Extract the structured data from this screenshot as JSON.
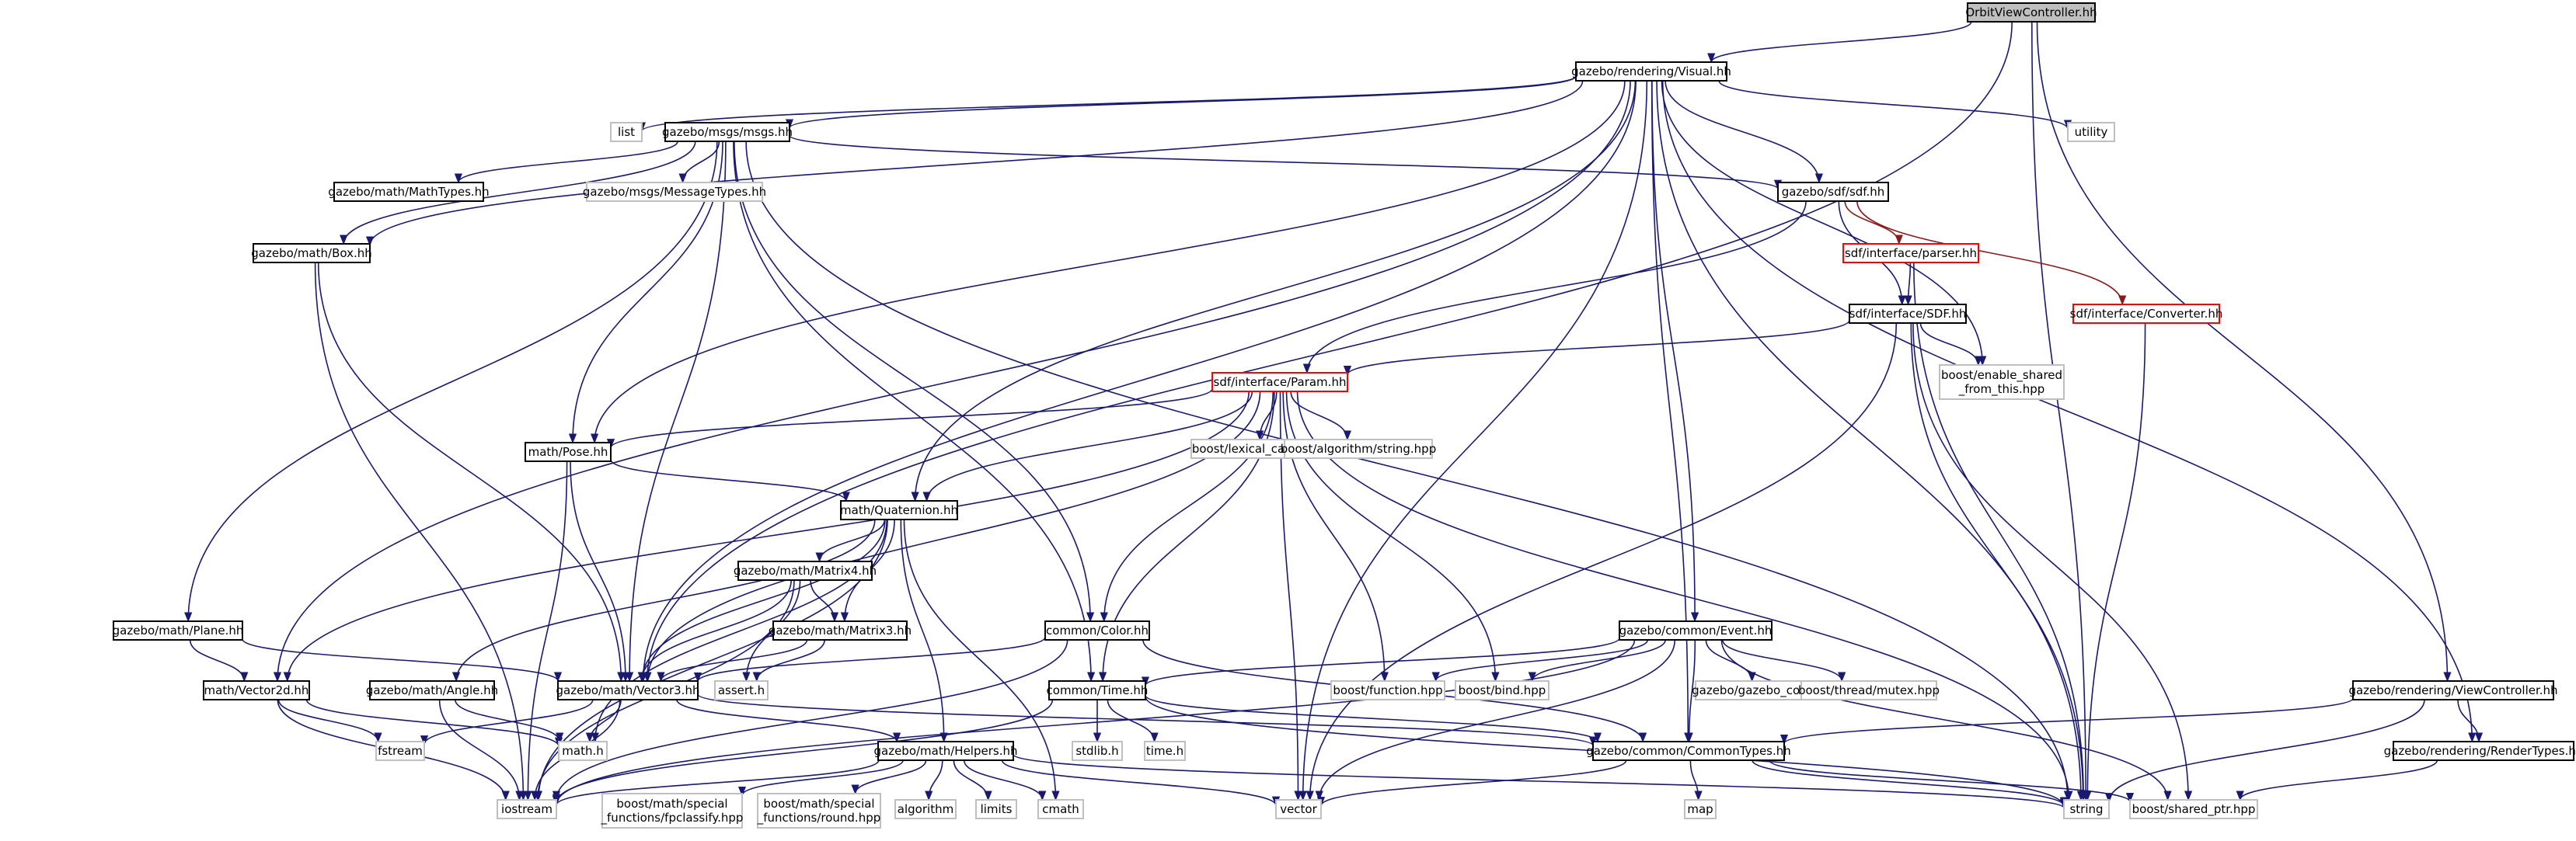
{
  "graph": {
    "title": "OrbitViewController.hh",
    "colors": {
      "root_fill": "#bfbfbf",
      "root_border": "#000000",
      "node_border": "#000000",
      "truncated_border": "#ff0000",
      "external_border": "#bfbfbf",
      "node_fill": "#ffffff",
      "edge_color": "#191970",
      "edge_color_red": "#8b1a1a",
      "text": "#000000"
    },
    "nodes": [
      {
        "id": "root",
        "label": "OrbitViewController.hh",
        "kind": "root"
      },
      {
        "id": "visual",
        "label": "gazebo/rendering/Visual.hh",
        "kind": "internal"
      },
      {
        "id": "list",
        "label": "list",
        "kind": "external"
      },
      {
        "id": "msgs",
        "label": "gazebo/msgs/msgs.hh",
        "kind": "internal"
      },
      {
        "id": "utility",
        "label": "utility",
        "kind": "external"
      },
      {
        "id": "mathtypes",
        "label": "gazebo/math/MathTypes.hh",
        "kind": "internal"
      },
      {
        "id": "msgtypes",
        "label": "gazebo/msgs/MessageTypes.hh",
        "kind": "external"
      },
      {
        "id": "sdfhh",
        "label": "gazebo/sdf/sdf.hh",
        "kind": "internal"
      },
      {
        "id": "box",
        "label": "gazebo/math/Box.hh",
        "kind": "internal"
      },
      {
        "id": "parser",
        "label": "sdf/interface/parser.hh",
        "kind": "truncated"
      },
      {
        "id": "sdfint",
        "label": "sdf/interface/SDF.hh",
        "kind": "internal"
      },
      {
        "id": "converter",
        "label": "sdf/interface/Converter.hh",
        "kind": "truncated"
      },
      {
        "id": "enableshared",
        "label": [
          "boost/enable_shared",
          "_from_this.hpp"
        ],
        "kind": "external"
      },
      {
        "id": "param",
        "label": "sdf/interface/Param.hh",
        "kind": "truncated"
      },
      {
        "id": "pose",
        "label": "math/Pose.hh",
        "kind": "internal"
      },
      {
        "id": "lexical",
        "label": "boost/lexical_cast.hpp",
        "kind": "external"
      },
      {
        "id": "algostr",
        "label": "boost/algorithm/string.hpp",
        "kind": "external"
      },
      {
        "id": "quat",
        "label": "math/Quaternion.hh",
        "kind": "internal"
      },
      {
        "id": "matrix4",
        "label": "gazebo/math/Matrix4.hh",
        "kind": "internal"
      },
      {
        "id": "plane",
        "label": "gazebo/math/Plane.hh",
        "kind": "internal"
      },
      {
        "id": "matrix3",
        "label": "gazebo/math/Matrix3.hh",
        "kind": "internal"
      },
      {
        "id": "color",
        "label": "common/Color.hh",
        "kind": "internal"
      },
      {
        "id": "event",
        "label": "gazebo/common/Event.hh",
        "kind": "internal"
      },
      {
        "id": "angle",
        "label": "gazebo/math/Angle.hh",
        "kind": "internal"
      },
      {
        "id": "vector2d",
        "label": "math/Vector2d.hh",
        "kind": "internal"
      },
      {
        "id": "vector3",
        "label": "gazebo/math/Vector3.hh",
        "kind": "internal"
      },
      {
        "id": "assert",
        "label": "assert.h",
        "kind": "external"
      },
      {
        "id": "time",
        "label": "common/Time.hh",
        "kind": "internal"
      },
      {
        "id": "function",
        "label": "boost/function.hpp",
        "kind": "external"
      },
      {
        "id": "bind",
        "label": "boost/bind.hpp",
        "kind": "external"
      },
      {
        "id": "gzconfig",
        "label": "gazebo/gazebo_config.h",
        "kind": "external"
      },
      {
        "id": "mutex",
        "label": "boost/thread/mutex.hpp",
        "kind": "external"
      },
      {
        "id": "viewctrl",
        "label": "gazebo/rendering/ViewController.hh",
        "kind": "internal"
      },
      {
        "id": "fstream",
        "label": "fstream",
        "kind": "external"
      },
      {
        "id": "mathh",
        "label": "math.h",
        "kind": "external"
      },
      {
        "id": "helpers",
        "label": "gazebo/math/Helpers.hh",
        "kind": "internal"
      },
      {
        "id": "stdlib",
        "label": "stdlib.h",
        "kind": "external"
      },
      {
        "id": "timeh",
        "label": "time.h",
        "kind": "external"
      },
      {
        "id": "commontypes",
        "label": "gazebo/common/CommonTypes.hh",
        "kind": "internal"
      },
      {
        "id": "rendertypes",
        "label": "gazebo/rendering/RenderTypes.hh",
        "kind": "internal"
      },
      {
        "id": "iostream",
        "label": "iostream",
        "kind": "external"
      },
      {
        "id": "fpclassify",
        "label": [
          "boost/math/special",
          "_functions/fpclassify.hpp"
        ],
        "kind": "external"
      },
      {
        "id": "round",
        "label": [
          "boost/math/special",
          "_functions/round.hpp"
        ],
        "kind": "external"
      },
      {
        "id": "algorithm",
        "label": "algorithm",
        "kind": "external"
      },
      {
        "id": "limits",
        "label": "limits",
        "kind": "external"
      },
      {
        "id": "cmath",
        "label": "cmath",
        "kind": "external"
      },
      {
        "id": "vector",
        "label": "vector",
        "kind": "external"
      },
      {
        "id": "map",
        "label": "map",
        "kind": "external"
      },
      {
        "id": "string",
        "label": "string",
        "kind": "external"
      },
      {
        "id": "sharedptr",
        "label": "boost/shared_ptr.hpp",
        "kind": "external"
      }
    ],
    "edges": [
      {
        "from": "root",
        "to": "visual"
      },
      {
        "from": "root",
        "to": "vector3"
      },
      {
        "from": "root",
        "to": "viewctrl"
      },
      {
        "from": "root",
        "to": "string"
      },
      {
        "from": "visual",
        "to": "list"
      },
      {
        "from": "visual",
        "to": "msgs"
      },
      {
        "from": "visual",
        "to": "utility"
      },
      {
        "from": "visual",
        "to": "sdfhh"
      },
      {
        "from": "visual",
        "to": "box"
      },
      {
        "from": "visual",
        "to": "enableshared"
      },
      {
        "from": "visual",
        "to": "pose"
      },
      {
        "from": "visual",
        "to": "quat"
      },
      {
        "from": "visual",
        "to": "vector2d"
      },
      {
        "from": "visual",
        "to": "vector3"
      },
      {
        "from": "visual",
        "to": "event"
      },
      {
        "from": "visual",
        "to": "commontypes"
      },
      {
        "from": "visual",
        "to": "rendertypes"
      },
      {
        "from": "visual",
        "to": "string"
      },
      {
        "from": "visual",
        "to": "vector"
      },
      {
        "from": "msgs",
        "to": "mathtypes"
      },
      {
        "from": "msgs",
        "to": "msgtypes"
      },
      {
        "from": "msgs",
        "to": "sdfhh"
      },
      {
        "from": "msgs",
        "to": "box"
      },
      {
        "from": "msgs",
        "to": "plane"
      },
      {
        "from": "msgs",
        "to": "pose"
      },
      {
        "from": "msgs",
        "to": "vector3"
      },
      {
        "from": "msgs",
        "to": "color"
      },
      {
        "from": "msgs",
        "to": "time"
      },
      {
        "from": "msgs",
        "to": "string"
      },
      {
        "from": "sdfhh",
        "to": "parser",
        "color": "red"
      },
      {
        "from": "sdfhh",
        "to": "sdfint"
      },
      {
        "from": "sdfhh",
        "to": "converter",
        "color": "red"
      },
      {
        "from": "sdfhh",
        "to": "param"
      },
      {
        "from": "parser",
        "to": "sdfint"
      },
      {
        "from": "parser",
        "to": "string"
      },
      {
        "from": "converter",
        "to": "string"
      },
      {
        "from": "sdfint",
        "to": "param"
      },
      {
        "from": "sdfint",
        "to": "enableshared"
      },
      {
        "from": "sdfint",
        "to": "vector"
      },
      {
        "from": "sdfint",
        "to": "string"
      },
      {
        "from": "sdfint",
        "to": "sharedptr"
      },
      {
        "from": "box",
        "to": "vector3"
      },
      {
        "from": "box",
        "to": "iostream"
      },
      {
        "from": "param",
        "to": "pose"
      },
      {
        "from": "param",
        "to": "lexical"
      },
      {
        "from": "param",
        "to": "algostr"
      },
      {
        "from": "param",
        "to": "quat"
      },
      {
        "from": "param",
        "to": "vector2d"
      },
      {
        "from": "param",
        "to": "vector3"
      },
      {
        "from": "param",
        "to": "color"
      },
      {
        "from": "param",
        "to": "time"
      },
      {
        "from": "param",
        "to": "function"
      },
      {
        "from": "param",
        "to": "bind"
      },
      {
        "from": "param",
        "to": "vector"
      },
      {
        "from": "param",
        "to": "string"
      },
      {
        "from": "pose",
        "to": "quat"
      },
      {
        "from": "pose",
        "to": "vector3"
      },
      {
        "from": "pose",
        "to": "iostream"
      },
      {
        "from": "quat",
        "to": "matrix4"
      },
      {
        "from": "quat",
        "to": "matrix3"
      },
      {
        "from": "quat",
        "to": "angle"
      },
      {
        "from": "quat",
        "to": "vector3"
      },
      {
        "from": "quat",
        "to": "helpers"
      },
      {
        "from": "quat",
        "to": "mathh"
      },
      {
        "from": "quat",
        "to": "cmath"
      },
      {
        "from": "quat",
        "to": "iostream"
      },
      {
        "from": "matrix4",
        "to": "matrix3"
      },
      {
        "from": "matrix4",
        "to": "vector3"
      },
      {
        "from": "matrix4",
        "to": "assert"
      },
      {
        "from": "matrix4",
        "to": "iostream"
      },
      {
        "from": "matrix3",
        "to": "vector3"
      },
      {
        "from": "matrix3",
        "to": "assert"
      },
      {
        "from": "plane",
        "to": "vector3"
      },
      {
        "from": "plane",
        "to": "vector2d"
      },
      {
        "from": "color",
        "to": "commontypes"
      },
      {
        "from": "color",
        "to": "vector3"
      },
      {
        "from": "color",
        "to": "iostream"
      },
      {
        "from": "event",
        "to": "time"
      },
      {
        "from": "event",
        "to": "function"
      },
      {
        "from": "event",
        "to": "bind"
      },
      {
        "from": "event",
        "to": "gzconfig"
      },
      {
        "from": "event",
        "to": "mutex"
      },
      {
        "from": "event",
        "to": "commontypes"
      },
      {
        "from": "event",
        "to": "sharedptr"
      },
      {
        "from": "event",
        "to": "vector"
      },
      {
        "from": "event",
        "to": "iostream"
      },
      {
        "from": "angle",
        "to": "mathh"
      },
      {
        "from": "angle",
        "to": "iostream"
      },
      {
        "from": "vector2d",
        "to": "mathh"
      },
      {
        "from": "vector2d",
        "to": "fstream"
      },
      {
        "from": "vector2d",
        "to": "iostream"
      },
      {
        "from": "vector3",
        "to": "fstream"
      },
      {
        "from": "vector3",
        "to": "mathh"
      },
      {
        "from": "vector3",
        "to": "helpers"
      },
      {
        "from": "vector3",
        "to": "iostream"
      },
      {
        "from": "vector3",
        "to": "commontypes"
      },
      {
        "from": "time",
        "to": "stdlib"
      },
      {
        "from": "time",
        "to": "timeh"
      },
      {
        "from": "time",
        "to": "commontypes"
      },
      {
        "from": "time",
        "to": "iostream"
      },
      {
        "from": "time",
        "to": "string"
      },
      {
        "from": "helpers",
        "to": "fpclassify"
      },
      {
        "from": "helpers",
        "to": "round"
      },
      {
        "from": "helpers",
        "to": "algorithm"
      },
      {
        "from": "helpers",
        "to": "limits"
      },
      {
        "from": "helpers",
        "to": "cmath"
      },
      {
        "from": "helpers",
        "to": "vector"
      },
      {
        "from": "helpers",
        "to": "string"
      },
      {
        "from": "helpers",
        "to": "iostream"
      },
      {
        "from": "commontypes",
        "to": "map"
      },
      {
        "from": "commontypes",
        "to": "vector"
      },
      {
        "from": "commontypes",
        "to": "string"
      },
      {
        "from": "commontypes",
        "to": "sharedptr"
      },
      {
        "from": "viewctrl",
        "to": "commontypes"
      },
      {
        "from": "viewctrl",
        "to": "rendertypes"
      },
      {
        "from": "viewctrl",
        "to": "string"
      },
      {
        "from": "rendertypes",
        "to": "sharedptr"
      }
    ]
  }
}
